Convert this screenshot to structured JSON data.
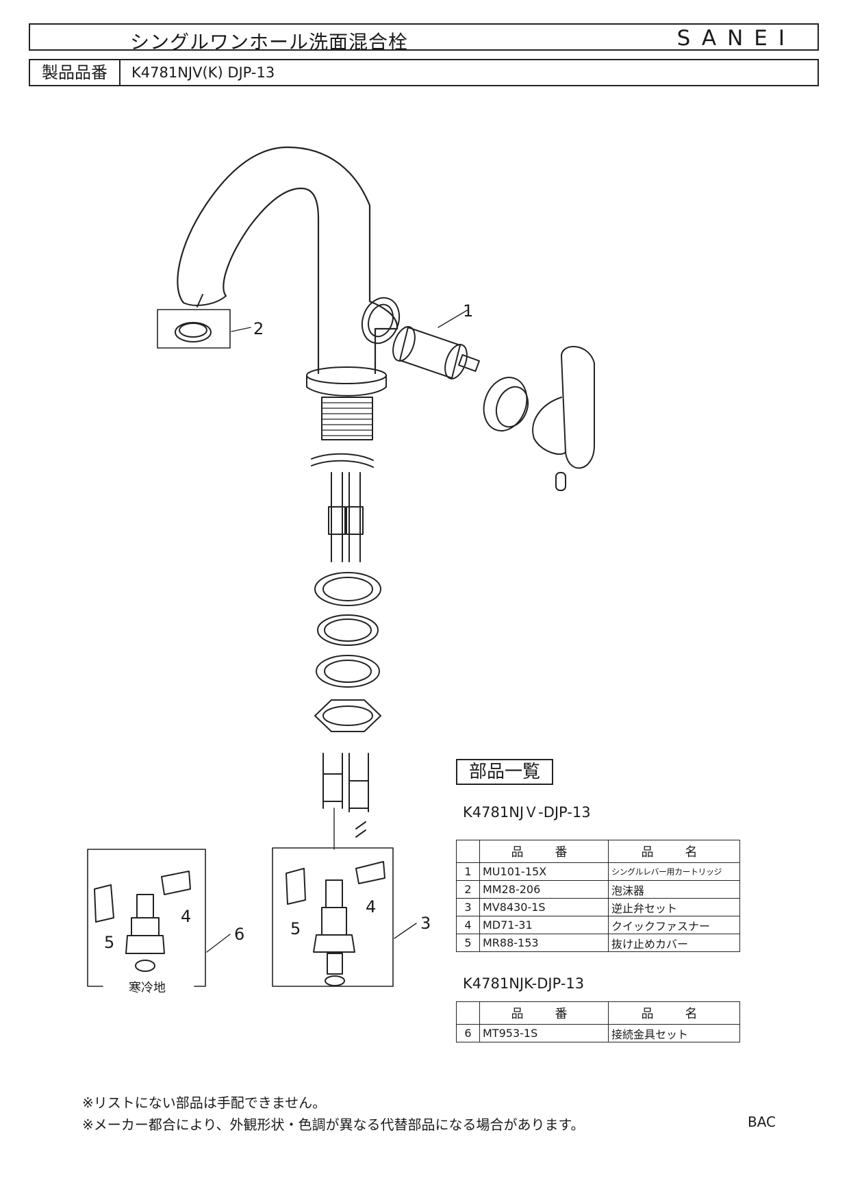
{
  "header": {
    "title": "シングルワンホール洗面混合栓",
    "brand": "SANEI",
    "model_label": "製品品番",
    "model_value": "K4781NJV(K)  DJP-13"
  },
  "drawing": {
    "callouts": [
      "1",
      "2",
      "3",
      "4",
      "5",
      "6",
      "4",
      "5"
    ],
    "cold_region_label": "寒冷地"
  },
  "parts_section": {
    "title": "部品一覧",
    "tables": [
      {
        "series": "K4781NJＶ-DJP-13",
        "headers": [
          "品　番",
          "品　名"
        ],
        "rows": [
          [
            "1",
            "MU101-15X",
            "シングルレバー用カートリッジ"
          ],
          [
            "2",
            "MM28-206",
            "泡沫器"
          ],
          [
            "3",
            "MV8430-1S",
            "逆止弁セット"
          ],
          [
            "4",
            "MD71-31",
            "クイックファスナー"
          ],
          [
            "5",
            "MR88-153",
            "抜け止めカバー"
          ]
        ]
      },
      {
        "series": "K4781NJK-DJP-13",
        "headers": [
          "品　番",
          "品　名"
        ],
        "rows": [
          [
            "6",
            "MT953-1S",
            "接続金具セット"
          ]
        ]
      }
    ]
  },
  "footer": {
    "notes": [
      "※リストにない部品は手配できません。",
      "※メーカー都合により、外観形状・色調が異なる代替部品になる場合があります。"
    ],
    "code": "BAC"
  }
}
